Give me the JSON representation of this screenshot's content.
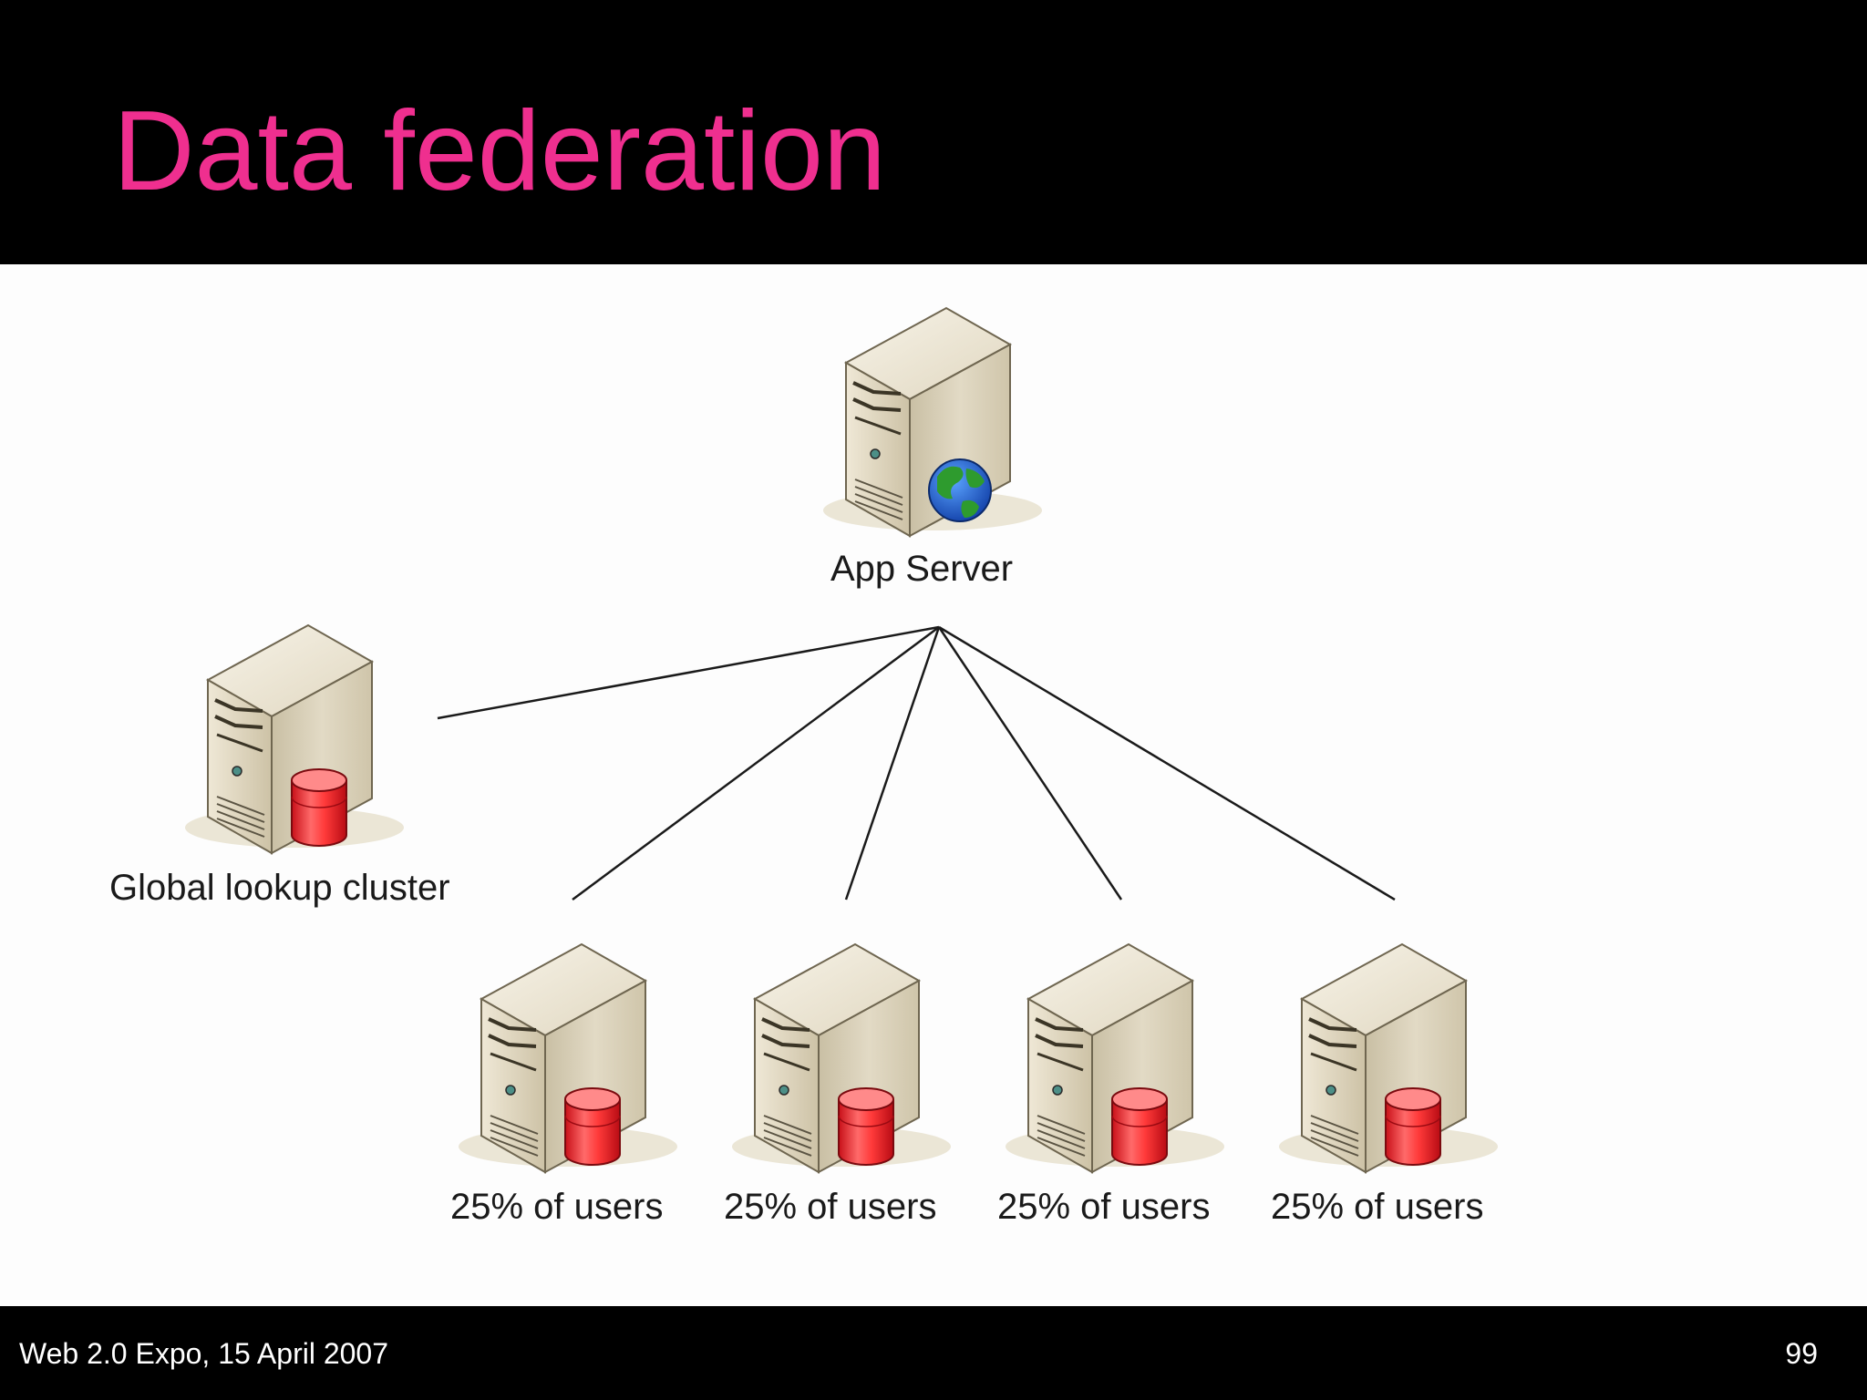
{
  "slide": {
    "title": "Data federation",
    "footer_left": "Web 2.0 Expo, 15 April 2007",
    "page_number": "99"
  },
  "diagram": {
    "app_server": {
      "label": "App Server",
      "icon": "web-server-globe-icon"
    },
    "lookup": {
      "label": "Global lookup cluster",
      "icon": "database-server-icon"
    },
    "shards": [
      {
        "label": "25% of users",
        "icon": "database-server-icon"
      },
      {
        "label": "25% of users",
        "icon": "database-server-icon"
      },
      {
        "label": "25% of users",
        "icon": "database-server-icon"
      },
      {
        "label": "25% of users",
        "icon": "database-server-icon"
      }
    ]
  },
  "colors": {
    "title": "#ef2f8f",
    "background": "#000000",
    "content_background": "#fdfdfd",
    "server_body": "#d8ceb4",
    "database": "#e8202a",
    "globe_land": "#2e9b2e",
    "globe_water": "#1f5fd1"
  }
}
